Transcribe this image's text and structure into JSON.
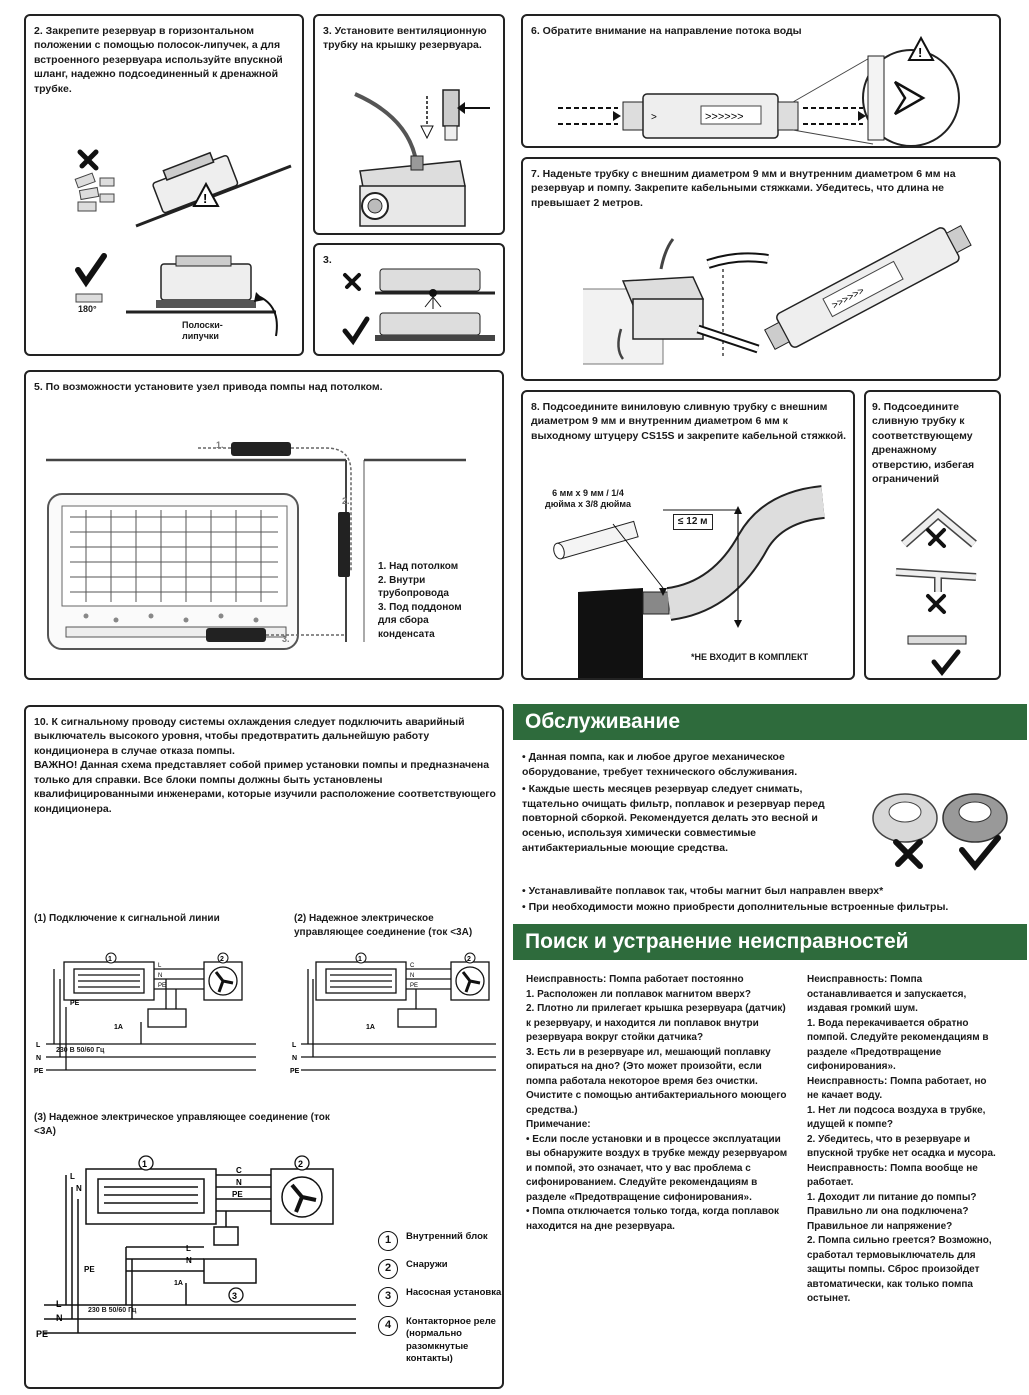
{
  "s2": {
    "caption": "2. Закрепите резервуар в горизонтальном положении с помощью полосок-липучек, а для встроенного резервуара используйте впускной шланг, надежно подсоединенный к дренажной трубке.",
    "angle": "180°",
    "strips": "Полоски-\nлипучки"
  },
  "s3a": {
    "caption": "3. Установите вентиляционную трубку на крышку резервуара."
  },
  "s3b": {
    "caption": "3."
  },
  "s6": {
    "caption": "6. Обратите внимание на направление потока воды"
  },
  "s7": {
    "caption": "7. Наденьте трубку с внешним диаметром 9 мм и внутренним диаметром 6 мм на резервуар и помпу. Закрепите кабельными стяжками. Убедитесь, что длина не превышает 2 метров."
  },
  "s5": {
    "caption": "5. По возможности установите узел привода помпы над потолком.",
    "list": "1. Над потолком\n2. Внутри\n    трубопровода\n3. Под поддоном\n    для сбора\n    конденсата",
    "n1": "1.",
    "n2": "2.",
    "n3": "3."
  },
  "s8": {
    "caption": "8. Подсоедините виниловую сливную трубку с внешним диаметром 9 мм и внутренним диаметром 6 мм к выходному штуцеру CS15S и закрепите кабельной стяжкой.",
    "size": "6 мм x 9 мм / 1/4\nдюйма x 3/8 дюйма",
    "height": "≤ 12 м",
    "note": "*НЕ ВХОДИТ В КОМПЛЕКТ"
  },
  "s9": {
    "caption": "9. Подсоедините сливную трубку к соответствующему дренажному отверстию, избегая ограничений"
  },
  "s10": {
    "caption": "10. К сигнальному проводу системы охлаждения следует подключить аварийный выключатель высокого уровня, чтобы предотвратить дальнейшую работу кондиционера в случае отказа помпы.\nВАЖНО! Данная схема представляет собой пример установки помпы и предназначена только для справки. Все блоки помпы должны быть установлены квалифицированными инженерами, которые изучили расположение соответствующего кондиционера.",
    "d1": "(1) Подключение к сигнальной линии",
    "d2": "(2) Надежное электрическое управляющее соединение (ток <3A)",
    "d3": "(3) Надежное электрическое управляющее соединение (ток <3A)",
    "volt": "230 В 50/60 Гц",
    "volt3": "230 В 50/60 Гц",
    "legend": [
      {
        "num": "1",
        "text": "Внутренний блок"
      },
      {
        "num": "2",
        "text": "Снаружи"
      },
      {
        "num": "3",
        "text": "Насосная установка"
      },
      {
        "num": "4",
        "text": "Контакторное реле\n(нормально\nразомкнутые контакты)"
      }
    ]
  },
  "maintenance": {
    "title": "Обслуживание",
    "bullets": [
      "Данная помпа, как и любое другое механическое оборудование, требует технического обслуживания.",
      "Каждые шесть месяцев резервуар следует снимать, тщательно очищать фильтр, поплавок и резервуар перед повторной сборкой. Рекомендуется делать это весной и осенью, используя химически совместимые антибактериальные моющие средства."
    ],
    "bullets2": [
      "Устанавливайте поплавок так, чтобы магнит был направлен вверх*",
      "При необходимости можно приобрести дополнительные встроенные фильтры."
    ]
  },
  "troubleshoot": {
    "title": "Поиск и устранение неисправностей",
    "col1": "Неисправность: Помпа работает постоянно\n1. Расположен ли поплавок магнитом вверх?\n2. Плотно ли прилегает крышка резервуара (датчик) к резервуару, и находится ли поплавок внутри резервуара вокруг стойки датчика?\n3. Есть ли в резервуаре ил, мешающий поплавку опираться на дно? (Это может произойти, если помпа работала некоторое время без очистки. Очистите с помощью антибактериального моющего средства.)\nПримечание:\n• Если после установки и в процессе эксплуатации вы обнаружите воздух в трубке между резервуаром и помпой, это означает, что у вас проблема с сифонированием. Следуйте рекомендациям в разделе «Предотвращение сифонирования».\n• Помпа отключается только тогда, когда поплавок находится на дне резервуара.",
    "col2": "Неисправность: Помпа останавливается и запускается, издавая громкий шум.\n1. Вода перекачивается обратно помпой. Следуйте рекомендациям в разделе «Предотвращение сифонирования».\nНеисправность: Помпа работает, но не качает воду.\n1. Нет ли подсоса воздуха в трубке, идущей к помпе?\n2. Убедитесь, что в резервуаре и впускной трубке нет осадка и мусора.\nНеисправность: Помпа вообще не работает.\n1. Доходит ли питание до помпы? Правильно ли она подключена? Правильное ли напряжение?\n2. Помпа сильно греется? Возможно, сработал термовыключатель для защиты помпы. Сброс произойдет автоматически, как только помпа остынет."
  },
  "colors": {
    "banner": "#2e6b3c",
    "border": "#222222"
  }
}
